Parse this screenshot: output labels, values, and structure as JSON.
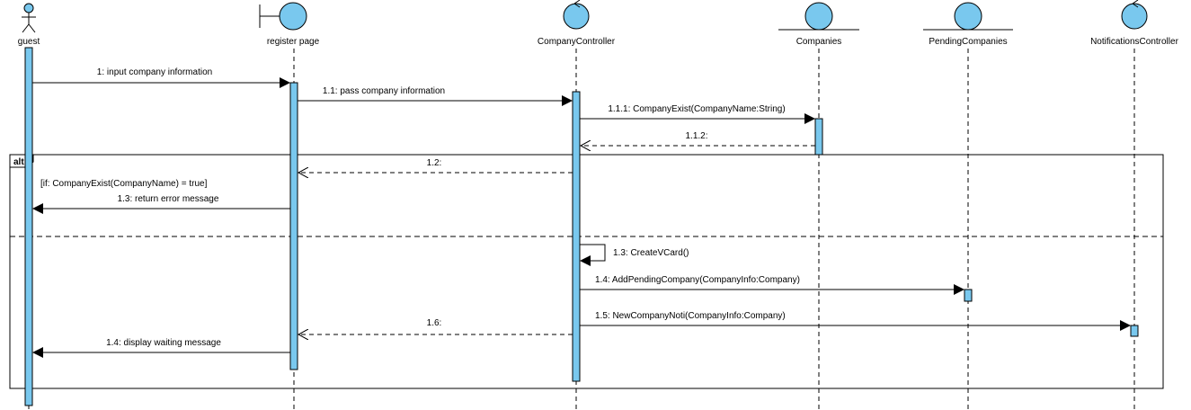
{
  "colors": {
    "participant_fill": "#79c8ee",
    "activation_fill": "#79c8ee",
    "line": "#000000",
    "background": "#ffffff"
  },
  "participants": [
    {
      "id": "guest",
      "label": "guest",
      "shape": "actor"
    },
    {
      "id": "register",
      "label": "register page",
      "shape": "boundary"
    },
    {
      "id": "company",
      "label": "CompanyController",
      "shape": "control"
    },
    {
      "id": "companies",
      "label": "Companies",
      "shape": "entity"
    },
    {
      "id": "pending",
      "label": "PendingCompanies",
      "shape": "entity"
    },
    {
      "id": "notif",
      "label": "NotificationsController",
      "shape": "control"
    }
  ],
  "messages": [
    {
      "label": "1: input company information",
      "from": "guest",
      "to": "register",
      "type": "sync"
    },
    {
      "label": "1.1: pass company information",
      "from": "register",
      "to": "company",
      "type": "sync"
    },
    {
      "label": "1.1.1: CompanyExist(CompanyName:String)",
      "from": "company",
      "to": "companies",
      "type": "sync"
    },
    {
      "label": "1.1.2:",
      "from": "companies",
      "to": "company",
      "type": "return"
    },
    {
      "label": "1.2:",
      "from": "company",
      "to": "register",
      "type": "return"
    },
    {
      "label": "1.3: return error message",
      "from": "register",
      "to": "guest",
      "type": "sync"
    },
    {
      "label": "1.3: CreateVCard()",
      "from": "company",
      "to": "company",
      "type": "self"
    },
    {
      "label": "1.4: AddPendingCompany(CompanyInfo:Company)",
      "from": "company",
      "to": "pending",
      "type": "sync"
    },
    {
      "label": "1.5: NewCompanyNoti(CompanyInfo:Company)",
      "from": "company",
      "to": "notif",
      "type": "sync"
    },
    {
      "label": "1.6:",
      "from": "company",
      "to": "register",
      "type": "return"
    },
    {
      "label": "1.4: display waiting message",
      "from": "register",
      "to": "guest",
      "type": "sync"
    }
  ],
  "fragment": {
    "operator": "alt",
    "guard": "[if: CompanyExist(CompanyName) = true]"
  }
}
